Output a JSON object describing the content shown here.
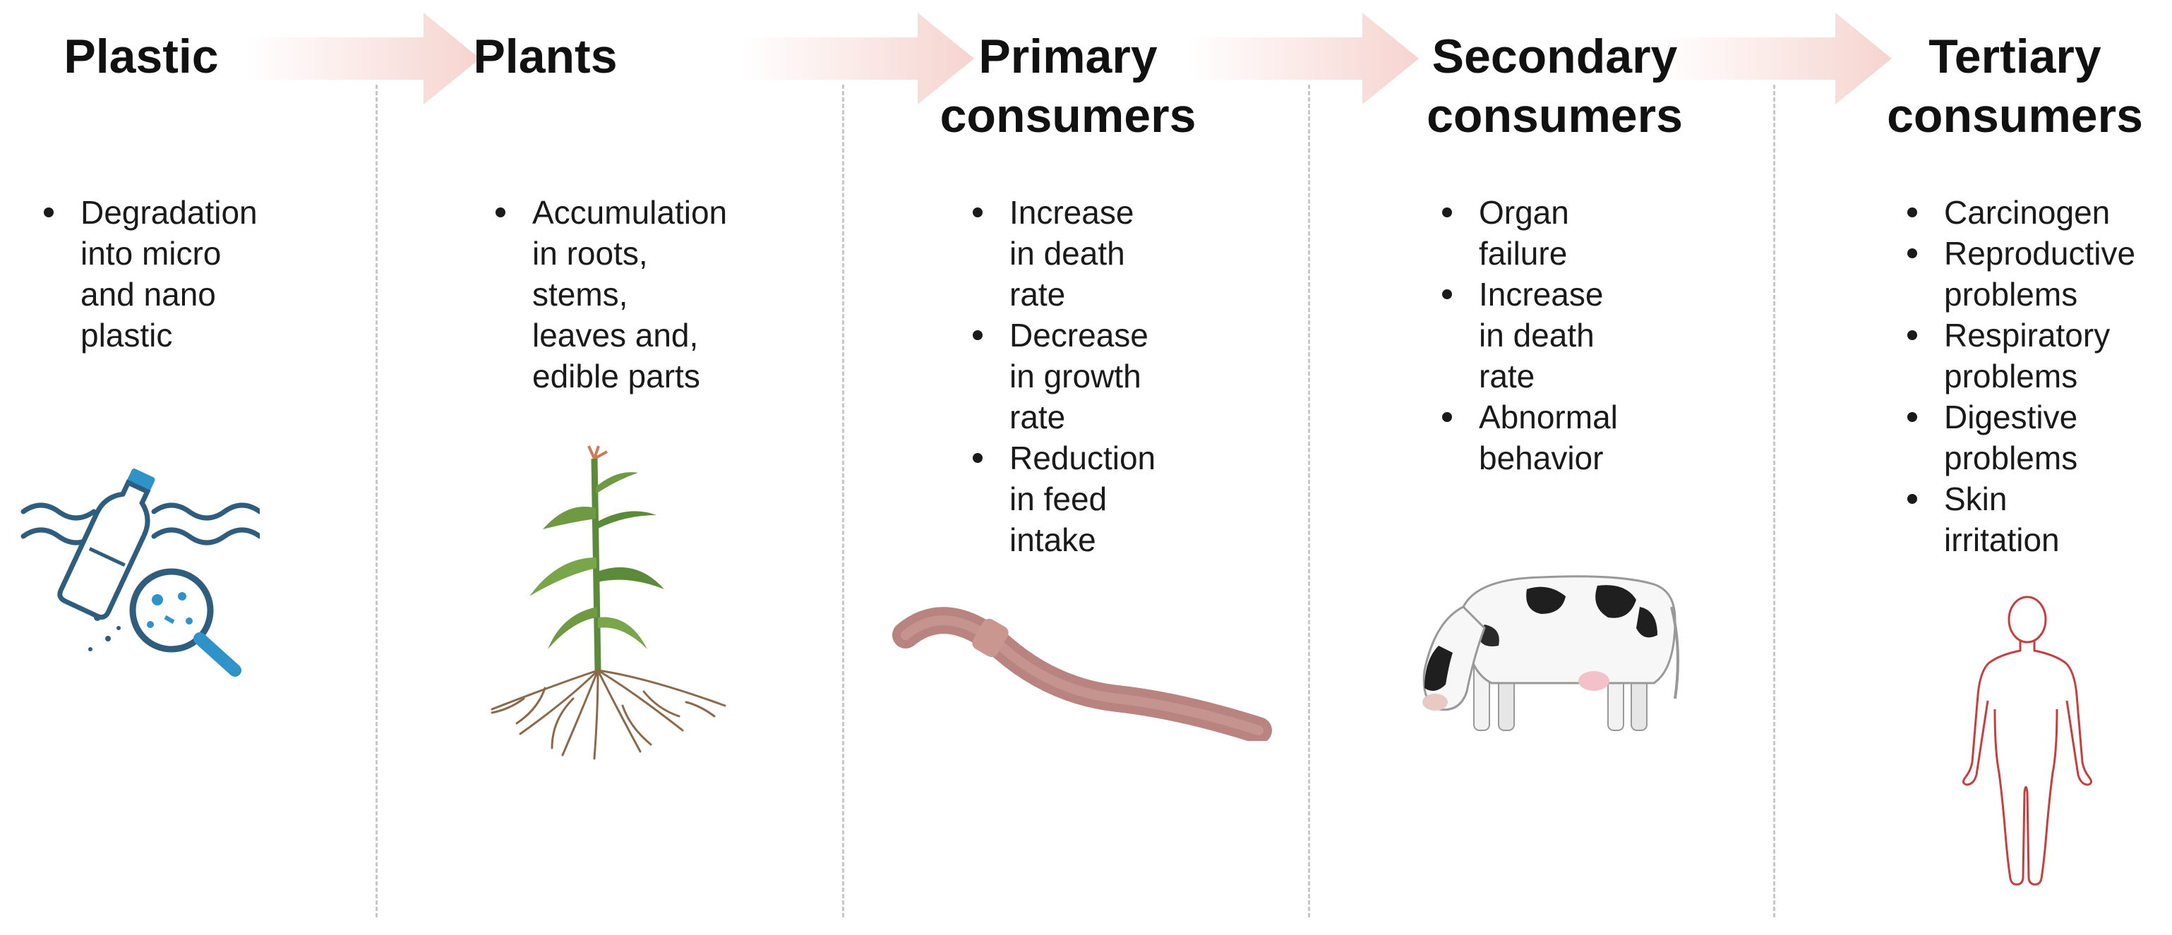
{
  "stages": [
    {
      "title_lines": [
        "Plastic"
      ],
      "bullets": [
        "Degradation\ninto micro\nand nano\nplastic"
      ],
      "icon": "plastic-bottle-microplastics-icon"
    },
    {
      "title_lines": [
        "Plants"
      ],
      "bullets": [
        "Accumulation\nin roots,\nstems,\nleaves and,\nedible parts"
      ],
      "icon": "corn-plant-icon"
    },
    {
      "title_lines": [
        "Primary",
        "consumers"
      ],
      "bullets": [
        "Increase\nin death\nrate",
        "Decrease\nin growth\nrate",
        "Reduction\nin feed\nintake"
      ],
      "icon": "earthworm-icon"
    },
    {
      "title_lines": [
        "Secondary",
        "consumers"
      ],
      "bullets": [
        "Organ\nfailure",
        "Increase\nin death\nrate",
        "Abnormal\nbehavior"
      ],
      "icon": "cow-icon"
    },
    {
      "title_lines": [
        "Tertiary",
        "consumers"
      ],
      "bullets": [
        "Carcinogen",
        "Reproductive\nproblems",
        "Respiratory\nproblems",
        "Digestive\nproblems",
        "Skin\nirritation"
      ],
      "icon": "human-outline-icon"
    }
  ],
  "colors": {
    "arrow": "#f6d4cf",
    "divider": "#c8c8c8",
    "plastic_blue": "#2f93c9",
    "plastic_navy": "#2e5d7e",
    "worm": "#b9847f",
    "plant_green": "#5b8a3a",
    "root_brown": "#8a6a4a",
    "human_outline": "#c2403f"
  }
}
